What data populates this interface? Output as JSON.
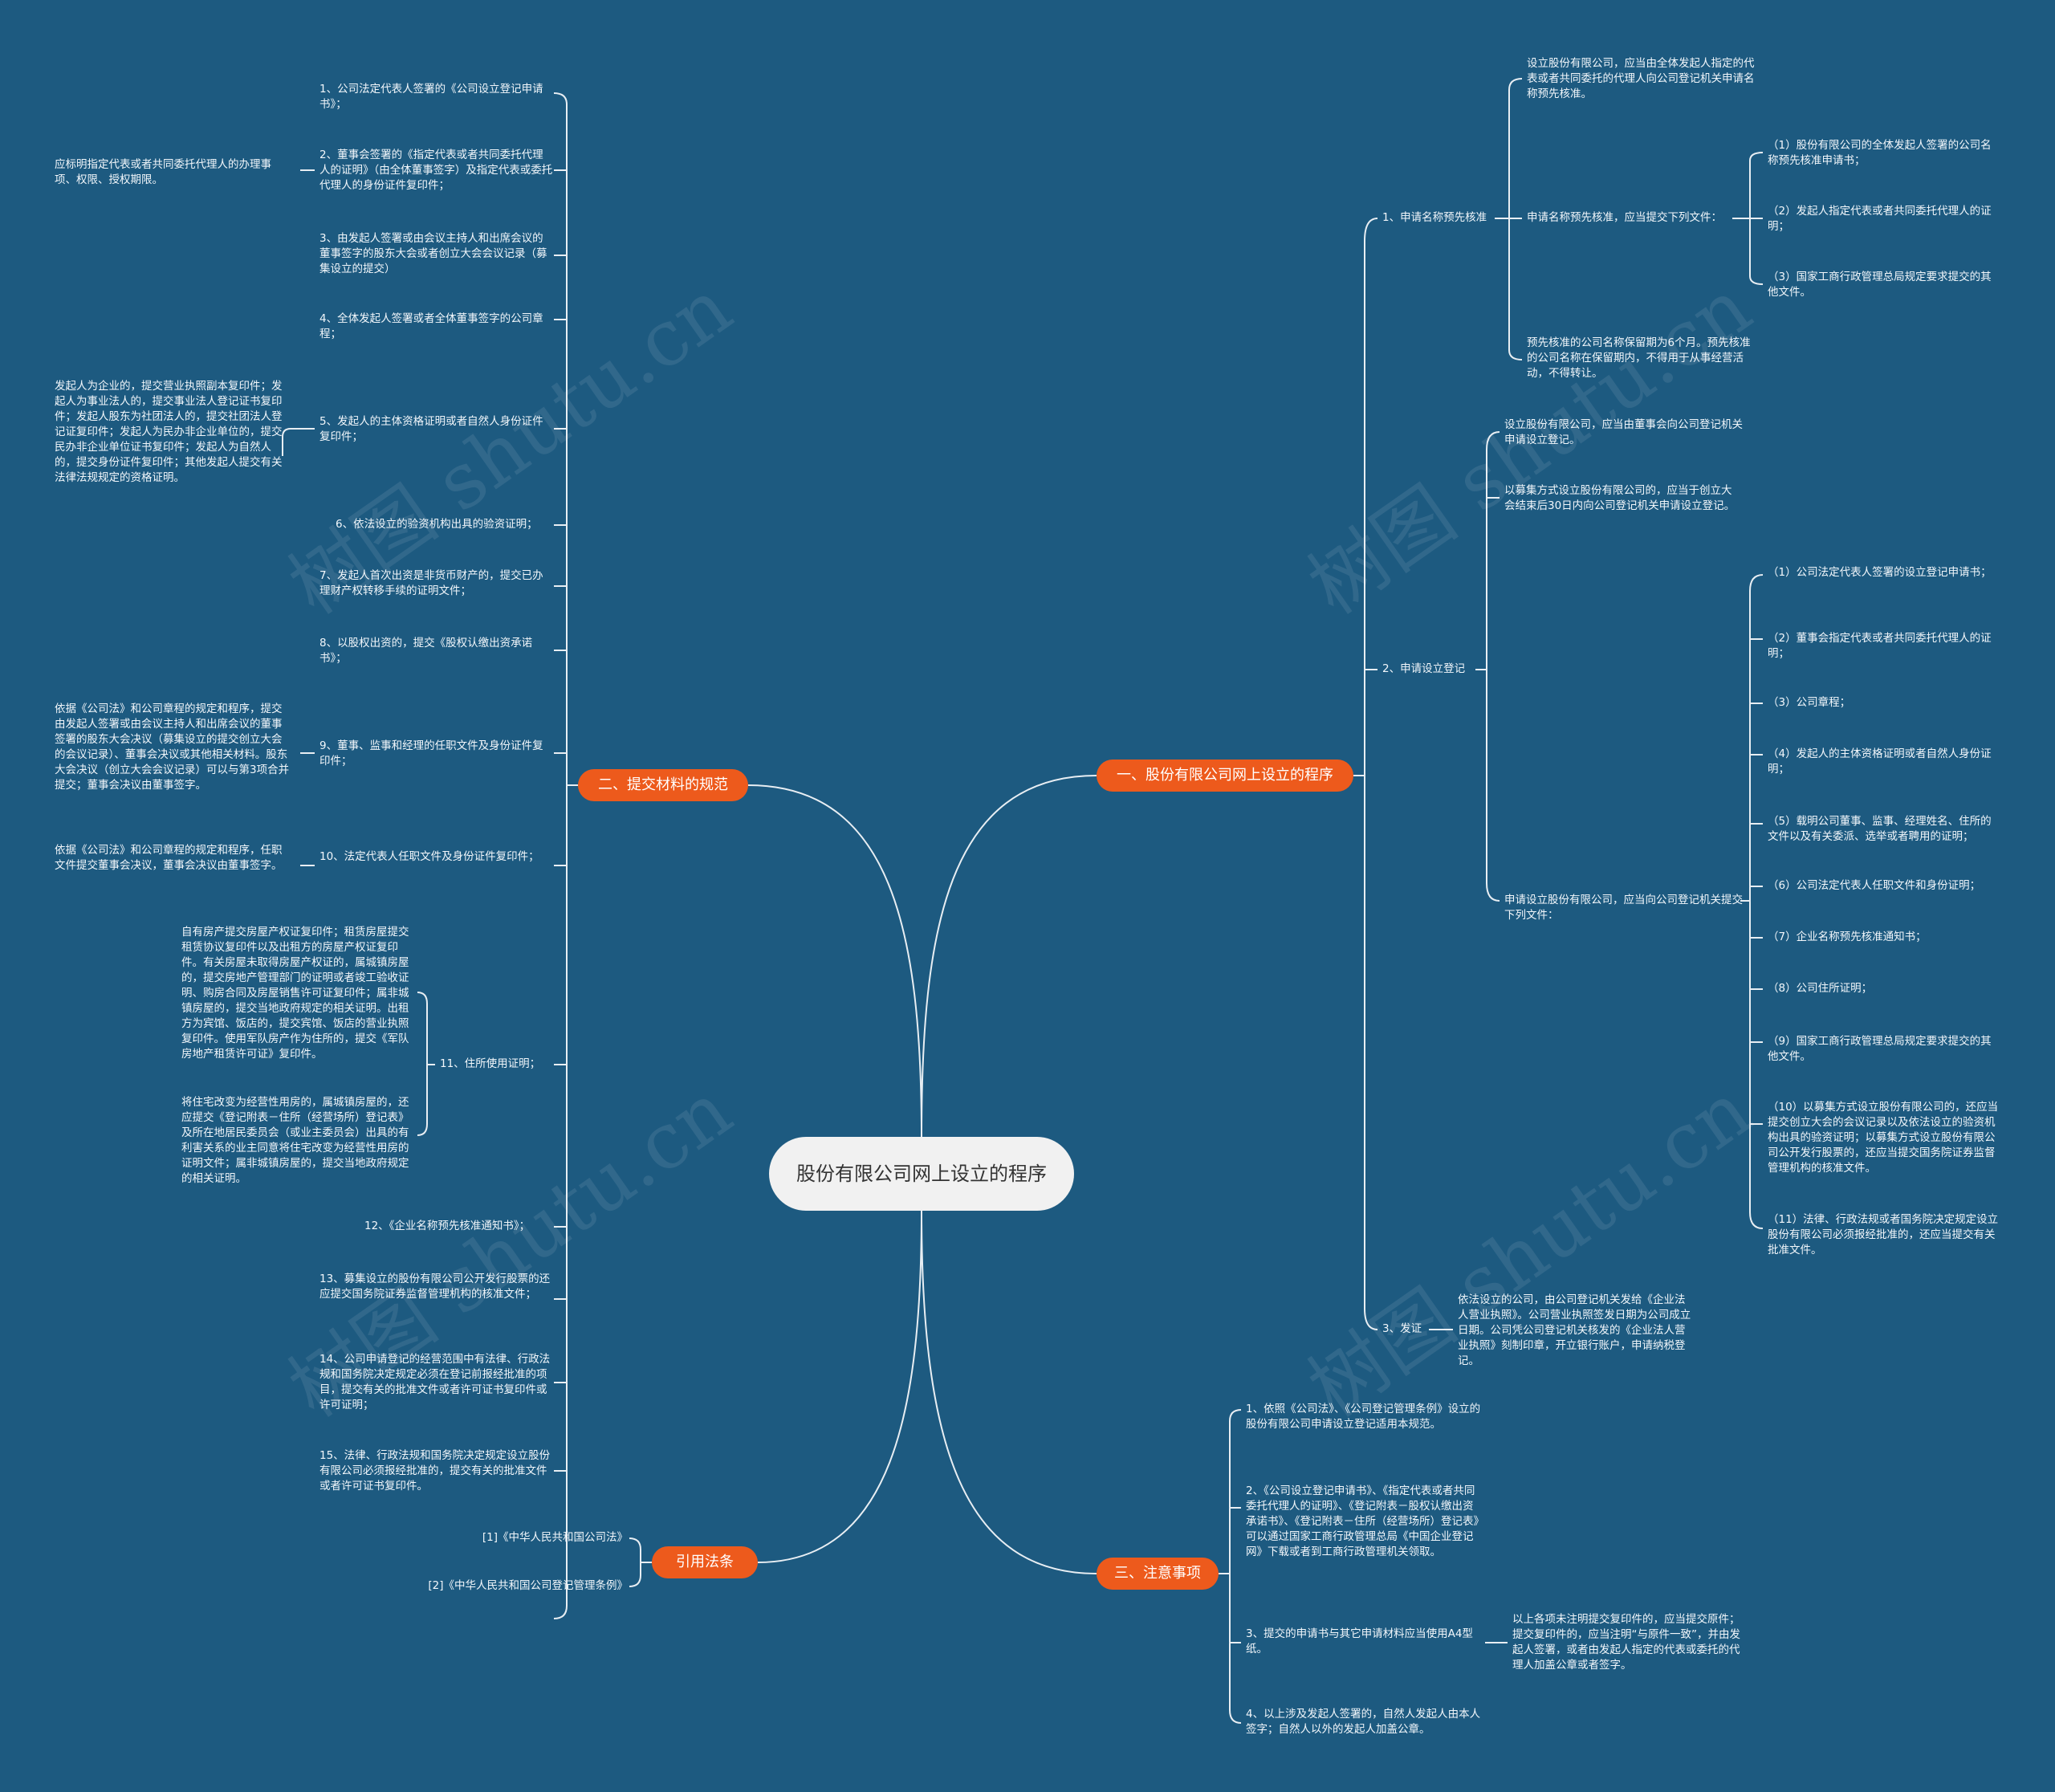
{
  "watermark": "树图 shutu.cn",
  "colors": {
    "background": "#1d5a80",
    "accent": "#ed5a1c",
    "root_fill": "#f1f1f1",
    "line": "#e8eef3"
  },
  "root": {
    "label": "股份有限公司网上设立的程序"
  },
  "branches": {
    "b1": {
      "label": "一、股份有限公司网上设立的程序",
      "s1": {
        "label": "1、申请名称预先核准",
        "a": "设立股份有限公司，应当由全体发起人指定的代表或者共同委托的代理人向公司登记机关申请名称预先核准。",
        "b": "申请名称预先核准，应当提交下列文件：",
        "b_items": [
          "（1）股份有限公司的全体发起人签署的公司名称预先核准申请书；",
          "（2）发起人指定代表或者共同委托代理人的证明；",
          "（3）国家工商行政管理总局规定要求提交的其他文件。"
        ],
        "c": "预先核准的公司名称保留期为6个月。预先核准的公司名称在保留期内，不得用于从事经营活动，不得转让。"
      },
      "s2": {
        "label": "2、申请设立登记",
        "a": "设立股份有限公司，应当由董事会向公司登记机关申请设立登记。",
        "b": "以募集方式设立股份有限公司的，应当于创立大会结束后30日内向公司登记机关申请设立登记。",
        "c": "申请设立股份有限公司，应当向公司登记机关提交下列文件：",
        "c_items": [
          "（1）公司法定代表人签署的设立登记申请书；",
          "（2）董事会指定代表或者共同委托代理人的证明；",
          "（3）公司章程；",
          "（4）发起人的主体资格证明或者自然人身份证明；",
          "（5）载明公司董事、监事、经理姓名、住所的文件以及有关委派、选举或者聘用的证明；",
          "（6）公司法定代表人任职文件和身份证明；",
          "（7）企业名称预先核准通知书；",
          "（8）公司住所证明；",
          "（9）国家工商行政管理总局规定要求提交的其他文件。",
          "（10）以募集方式设立股份有限公司的，还应当提交创立大会的会议记录以及依法设立的验资机构出具的验资证明；以募集方式设立股份有限公司公开发行股票的，还应当提交国务院证券监督管理机构的核准文件。",
          "（11）法律、行政法规或者国务院决定规定设立股份有限公司必须报经批准的，还应当提交有关批准文件。"
        ]
      },
      "s3": {
        "label": "3、发证",
        "a": "依法设立的公司，由公司登记机关发给《企业法人营业执照》。公司营业执照签发日期为公司成立日期。公司凭公司登记机关核发的《企业法人营业执照》刻制印章，开立银行账户，申请纳税登记。"
      }
    },
    "b2": {
      "label": "二、提交材料的规范",
      "items": [
        "1、公司法定代表人签署的《公司设立登记申请书》；",
        "2、董事会签署的《指定代表或者共同委托代理人的证明》（由全体董事签字）及指定代表或委托代理人的身份证件复印件；",
        "3、由发起人签署或由会议主持人和出席会议的董事签字的股东大会或者创立大会会议记录（募集设立的提交）",
        "4、全体发起人签署或者全体董事签字的公司章程；",
        "5、发起人的主体资格证明或者自然人身份证件复印件；",
        "6、依法设立的验资机构出具的验资证明；",
        "7、发起人首次出资是非货币财产的，提交已办理财产权转移手续的证明文件；",
        "8、以股权出资的，提交《股权认缴出资承诺书》；",
        "9、董事、监事和经理的任职文件及身份证件复印件；",
        "10、法定代表人任职文件及身份证件复印件；",
        "11、住所使用证明；",
        "12、《企业名称预先核准通知书》；",
        "13、募集设立的股份有限公司公开发行股票的还应提交国务院证券监督管理机构的核准文件；",
        "14、公司申请登记的经营范围中有法律、行政法规和国务院决定规定必须在登记前报经批准的项目，提交有关的批准文件或者许可证书复印件或许可证明；",
        "15、法律、行政法规和国务院决定规定设立股份有限公司必须报经批准的，提交有关的批准文件或者许可证书复印件。"
      ],
      "notes": {
        "n2": "应标明指定代表或者共同委托代理人的办理事项、权限、授权期限。",
        "n5": "发起人为企业的，提交营业执照副本复印件；发起人为事业法人的，提交事业法人登记证书复印件；发起人股东为社团法人的，提交社团法人登记证复印件；发起人为民办非企业单位的，提交民办非企业单位证书复印件；发起人为自然人的，提交身份证件复印件；其他发起人提交有关法律法规规定的资格证明。",
        "n9": "依据《公司法》和公司章程的规定和程序，提交由发起人签署或由会议主持人和出席会议的董事签署的股东大会决议（募集设立的提交创立大会的会议记录）、董事会决议或其他相关材料。股东大会决议（创立大会会议记录）可以与第3项合并提交；董事会决议由董事签字。",
        "n10": "依据《公司法》和公司章程的规定和程序，任职文件提交董事会决议，董事会决议由董事签字。",
        "n11a": "自有房产提交房屋产权证复印件；租赁房屋提交租赁协议复印件以及出租方的房屋产权证复印件。有关房屋未取得房屋产权证的，属城镇房屋的，提交房地产管理部门的证明或者竣工验收证明、购房合同及房屋销售许可证复印件；属非城镇房屋的，提交当地政府规定的相关证明。出租方为宾馆、饭店的，提交宾馆、饭店的营业执照复印件。使用军队房产作为住所的，提交《军队房地产租赁许可证》复印件。",
        "n11b": "将住宅改变为经营性用房的，属城镇房屋的，还应提交《登记附表－住所（经营场所）登记表》及所在地居民委员会（或业主委员会）出具的有利害关系的业主同意将住宅改变为经营性用房的证明文件；属非城镇房屋的，提交当地政府规定的相关证明。"
      }
    },
    "b3": {
      "label": "三、注意事项",
      "items": [
        "1、依照《公司法》、《公司登记管理条例》设立的股份有限公司申请设立登记适用本规范。",
        "2、《公司设立登记申请书》、《指定代表或者共同委托代理人的证明》、《登记附表－股权认缴出资承诺书》、《登记附表－住所（经营场所）登记表》可以通过国家工商行政管理总局《中国企业登记网》下载或者到工商行政管理机关领取。",
        "3、提交的申请书与其它申请材料应当使用A4型纸。",
        "4、以上涉及发起人签署的，自然人发起人由本人签字；自然人以外的发起人加盖公章。"
      ],
      "note3": "以上各项未注明提交复印件的，应当提交原件；提交复印件的，应当注明“与原件一致”，并由发起人签署，或者由发起人指定的代表或委托的代理人加盖公章或者签字。"
    },
    "b4": {
      "label": "引用法条",
      "items": [
        "[1]《中华人民共和国公司法》",
        "[2]《中华人民共和国公司登记管理条例》"
      ]
    }
  }
}
